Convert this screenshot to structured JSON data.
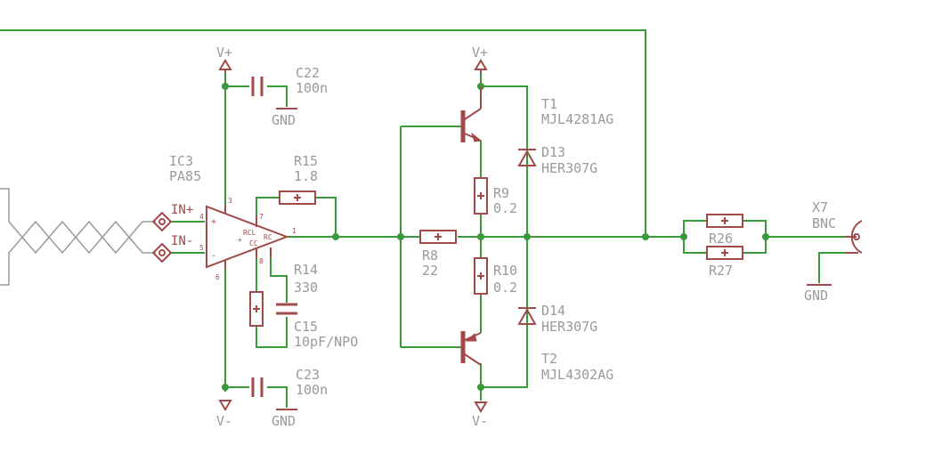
{
  "components": {
    "ic3": {
      "ref": "IC3",
      "value": "PA85"
    },
    "r15": {
      "ref": "R15",
      "value": "1.8"
    },
    "r14": {
      "ref": "R14",
      "value": "330"
    },
    "c15": {
      "ref": "C15",
      "value": "10pF/NPO"
    },
    "c22": {
      "ref": "C22",
      "value": "100n"
    },
    "c23": {
      "ref": "C23",
      "value": "100n"
    },
    "r8": {
      "ref": "R8",
      "value": "22"
    },
    "r9": {
      "ref": "R9",
      "value": "0.2"
    },
    "r10": {
      "ref": "R10",
      "value": "0.2"
    },
    "t1": {
      "ref": "T1",
      "value": "MJL4281AG"
    },
    "t2": {
      "ref": "T2",
      "value": "MJL4302AG"
    },
    "d13": {
      "ref": "D13",
      "value": "HER307G"
    },
    "d14": {
      "ref": "D14",
      "value": "HER307G"
    },
    "r26": {
      "ref": "R26"
    },
    "r27": {
      "ref": "R27"
    },
    "x7": {
      "ref": "X7",
      "value": "BNC"
    }
  },
  "nets": {
    "in_plus": "IN+",
    "in_minus": "IN-",
    "vplus_a": "V+",
    "vplus_b": "V+",
    "vminus_a": "V-",
    "vminus_b": "V-",
    "gnd_c22": "GND",
    "gnd_c23": "GND",
    "gnd_x7": "GND"
  },
  "opamp_pins": {
    "p4": "4",
    "p5": "5",
    "p3": "3",
    "p6": "6",
    "p1": "1",
    "p7": "7",
    "p8": "8",
    "rcl": "RCL",
    "cc": "CC",
    "rc": "RC",
    "plus": "+",
    "minus": "-"
  }
}
